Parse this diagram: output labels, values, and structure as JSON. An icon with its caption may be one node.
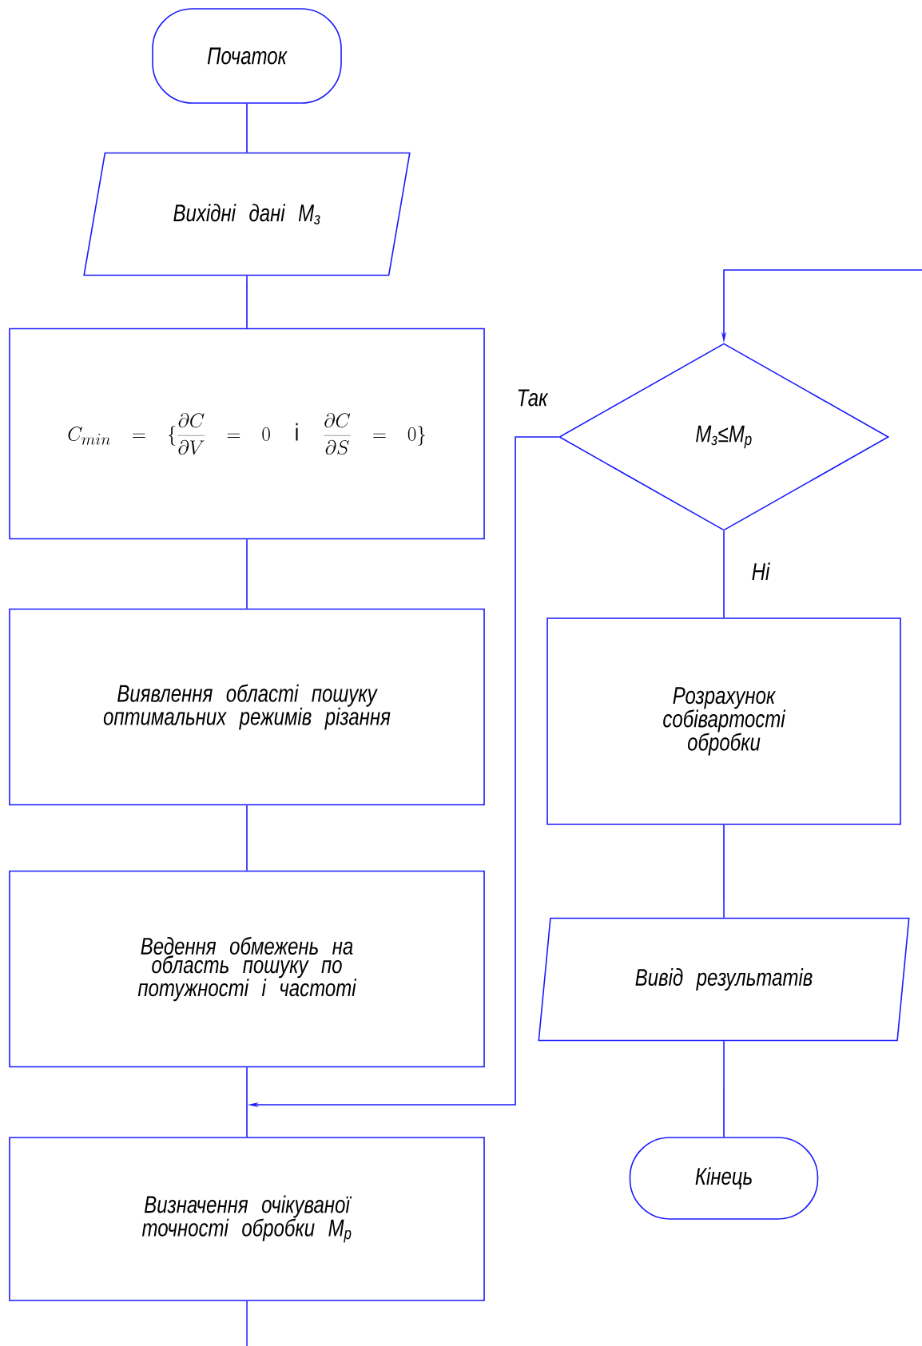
{
  "diagram": {
    "nodes": [
      {
        "text": [
          "Початок"
        ]
      },
      {
        "text": [
          "Вихідні дані M$_{з}$"
        ]
      },
      {
        "text": [
          "C_{min}=\\{\\frac{\\partial C}{\\partial V}=0\\quad\\mbox{і}\\quad\\frac{\\partial C}{\\partial S}=0\\}"
        ]
      },
      {
        "text": [
          "Виявлення області пошуку оптимальних режимів різання"
        ]
      },
      {
        "text": [
          "Ведення обмежень на область пошуку по потужності і частоті"
        ]
      },
      {
        "text": [
          "Визначення очікуваної точності обробки M$_{р}$"
        ]
      },
      {
        "text": [
          "M$_{з}$≤M$_{р}$"
        ]
      },
      {
        "text": [
          "Розрахунок собівартості обробки"
        ]
      },
      {
        "text": [
          "Вивід результатів"
        ]
      },
      {
        "text": [
          "Кінець"
        ]
      }
    ],
    "edges": [
      {
        "from": 0,
        "to": 1,
        "arrow": "none"
      },
      {
        "from": 1,
        "to": 2,
        "arrow": "none"
      },
      {
        "from": 2,
        "to": 3,
        "arrow": "none"
      },
      {
        "from": 3,
        "to": 4,
        "arrow": "none"
      },
      {
        "from": 4,
        "to": 5,
        "arrow": "none"
      },
      {
        "from": 5,
        "to": null,
        "arrow": "none"
      },
      {
        "from": null,
        "to": 6,
        "arrow": "to"
      },
      {
        "from": 6,
        "to": 5,
        "arrow": "to",
        "label": "Так"
      },
      {
        "from": 6,
        "to": 7,
        "arrow": "none",
        "label": "Ні"
      },
      {
        "from": 7,
        "to": 8,
        "arrow": "none"
      },
      {
        "from": 8,
        "to": 9,
        "arrow": "none"
      }
    ]
  }
}
